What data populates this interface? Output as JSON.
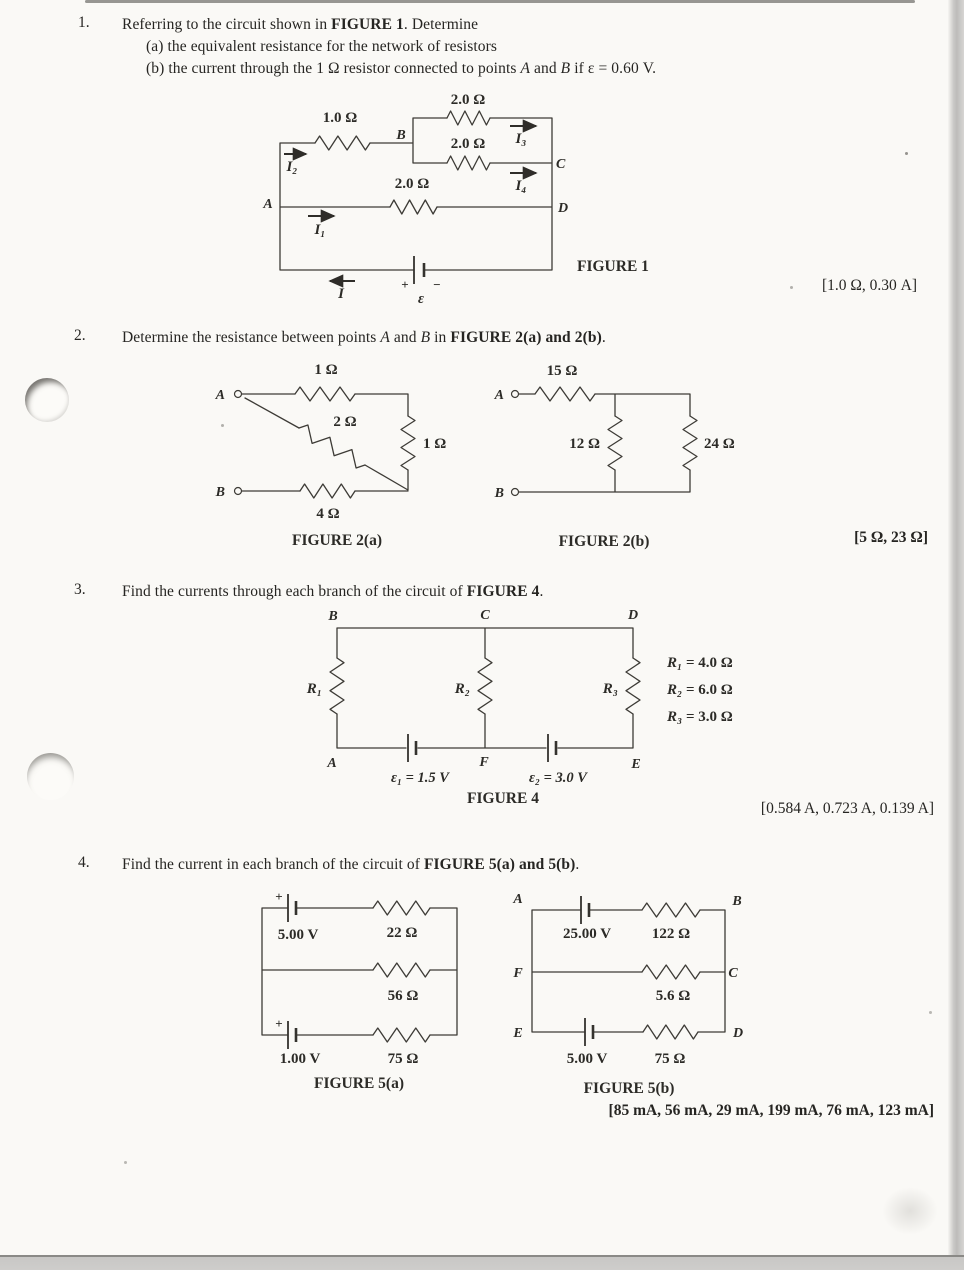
{
  "p1": {
    "num": "1.",
    "l1a": "Referring to the circuit shown in ",
    "l1b": "FIGURE 1",
    "l1c": ". Determine",
    "l2": "(a)  the equivalent resistance for the network of resistors",
    "l3a": "(b)  the current through the 1 Ω resistor connected to points ",
    "l3b": "A",
    "l3c": " and ",
    "l3d": "B",
    "l3e": " if ε = 0.60 V.",
    "answer": "[1.0 Ω, 0.30 A]"
  },
  "p2": {
    "num": "2.",
    "s1": "Determine the resistance between points ",
    "s2": "A",
    "s3": " and ",
    "s4": "B",
    "s5": " in ",
    "s6": "FIGURE 2(a)",
    "s7": " and ",
    "s8": "2(b)",
    "s9": ".",
    "answer": "[5 Ω, 23 Ω]"
  },
  "p3": {
    "num": "3.",
    "s1": "Find the currents through each branch of the circuit of ",
    "s2": "FIGURE 4",
    "s3": ".",
    "answer": "[0.584 A, 0.723 A, 0.139 A]"
  },
  "p4": {
    "num": "4.",
    "s1": "Find the current in each branch of the circuit of ",
    "s2": "FIGURE 5(a)",
    "s3": " and ",
    "s4": "5(b)",
    "s5": ".",
    "answer": "[85 mA, 56 mA, 29 mA, 199 mA, 76 mA, 123 mA]"
  },
  "fig1": {
    "caption": "FIGURE 1",
    "r_top": "1.0 Ω",
    "r_par_top": "2.0 Ω",
    "r_par_bot": "2.0 Ω",
    "r_mid": "2.0 Ω",
    "node_a": "A",
    "node_b": "B",
    "node_c": "C",
    "node_d": "D",
    "i1": "I₁",
    "i2": "I₂",
    "i3": "I₃",
    "i4": "I₄",
    "i_total": "I",
    "emf": "ε",
    "plus": "+",
    "minus": "−"
  },
  "fig2a": {
    "caption": "FIGURE 2(a)",
    "node_a": "A",
    "node_b": "B",
    "r_top": "1 Ω",
    "r_diag": "2 Ω",
    "r_right": "1 Ω",
    "r_bottom": "4 Ω"
  },
  "fig2b": {
    "caption": "FIGURE 2(b)",
    "node_a": "A",
    "node_b": "B",
    "r_top": "15 Ω",
    "r_mid": "12 Ω",
    "r_right": "24 Ω"
  },
  "fig4": {
    "caption": "FIGURE 4",
    "node_a": "A",
    "node_b": "B",
    "node_c": "C",
    "node_d": "D",
    "node_e": "E",
    "node_f": "F",
    "r1": "R₁",
    "r2": "R₂",
    "r3": "R₃",
    "emf1": "ε₁ = 1.5 V",
    "emf2": "ε₂ = 3.0 V",
    "v1r": "R₁",
    "v1": " = 4.0 Ω",
    "v2r": "R₂",
    "v2": " = 6.0 Ω",
    "v3r": "R₃",
    "v3": " = 3.0 Ω"
  },
  "fig5a": {
    "caption": "FIGURE 5(a)",
    "plus_top": "+",
    "plus_bot": "+",
    "v_top": "5.00 V",
    "v_bot": "1.00 V",
    "r_top": "22 Ω",
    "r_mid": "56 Ω",
    "r_bot": "75 Ω"
  },
  "fig5b": {
    "caption": "FIGURE 5(b)",
    "node_a": "A",
    "node_b": "B",
    "node_c": "C",
    "node_d": "D",
    "node_e": "E",
    "node_f": "F",
    "v_top": "25.00 V",
    "v_bot": "5.00 V",
    "r_top": "122 Ω",
    "r_mid": "5.6 Ω",
    "r_bot": "75 Ω"
  }
}
